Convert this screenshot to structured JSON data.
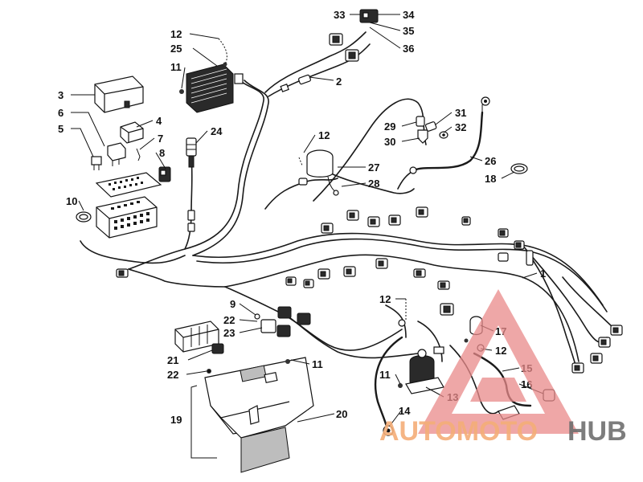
{
  "callouts": [
    {
      "id": "c33",
      "text": "33"
    },
    {
      "id": "c34",
      "text": "34"
    },
    {
      "id": "c35",
      "text": "35"
    },
    {
      "id": "c36",
      "text": "36"
    },
    {
      "id": "c12a",
      "text": "12"
    },
    {
      "id": "c25",
      "text": "25"
    },
    {
      "id": "c11a",
      "text": "11"
    },
    {
      "id": "c2",
      "text": "2"
    },
    {
      "id": "c3",
      "text": "3"
    },
    {
      "id": "c6",
      "text": "6"
    },
    {
      "id": "c4",
      "text": "4"
    },
    {
      "id": "c5",
      "text": "5"
    },
    {
      "id": "c7",
      "text": "7"
    },
    {
      "id": "c8",
      "text": "8"
    },
    {
      "id": "c24",
      "text": "24"
    },
    {
      "id": "c12b",
      "text": "12"
    },
    {
      "id": "c31",
      "text": "31"
    },
    {
      "id": "c29",
      "text": "29"
    },
    {
      "id": "c32",
      "text": "32"
    },
    {
      "id": "c30",
      "text": "30"
    },
    {
      "id": "c26",
      "text": "26"
    },
    {
      "id": "c27",
      "text": "27"
    },
    {
      "id": "c18",
      "text": "18"
    },
    {
      "id": "c28",
      "text": "28"
    },
    {
      "id": "c10",
      "text": "10"
    },
    {
      "id": "c1",
      "text": "1"
    },
    {
      "id": "c9",
      "text": "9"
    },
    {
      "id": "c12c",
      "text": "12"
    },
    {
      "id": "c22a",
      "text": "22"
    },
    {
      "id": "c23",
      "text": "23"
    },
    {
      "id": "c17",
      "text": "17"
    },
    {
      "id": "c12d",
      "text": "12"
    },
    {
      "id": "c21",
      "text": "21"
    },
    {
      "id": "c11b",
      "text": "11"
    },
    {
      "id": "c22b",
      "text": "22"
    },
    {
      "id": "c15",
      "text": "15"
    },
    {
      "id": "c11c",
      "text": "11"
    },
    {
      "id": "c16",
      "text": "16"
    },
    {
      "id": "c13",
      "text": "13"
    },
    {
      "id": "c19",
      "text": "19"
    },
    {
      "id": "c20",
      "text": "20"
    },
    {
      "id": "c14",
      "text": "14"
    }
  ],
  "watermark": {
    "part1": "AUTOMOTO",
    "part2": "HUB",
    "accent_color": "#f4ae78",
    "text_color": "#6f6f6f",
    "logo_color": "#e98a8a"
  }
}
